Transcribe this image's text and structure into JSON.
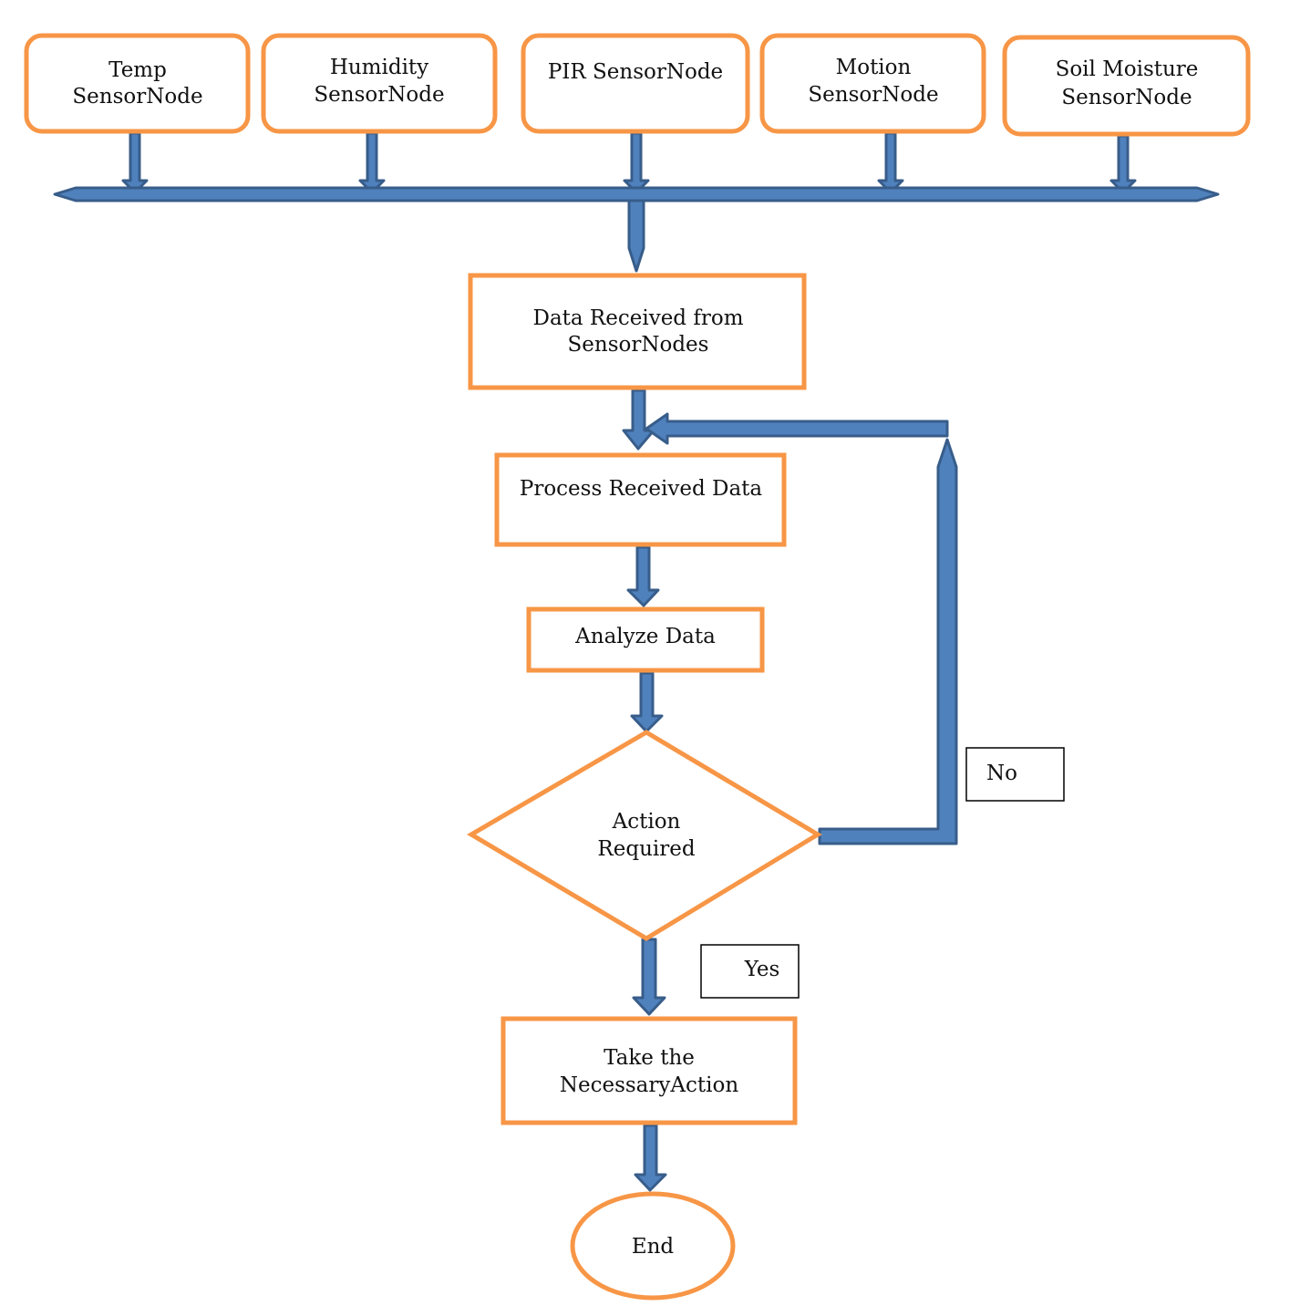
{
  "diagram": {
    "sensors": [
      {
        "line1": "Temp",
        "line2": "SensorNode"
      },
      {
        "line1": "Humidity",
        "line2": "SensorNode"
      },
      {
        "line1": "PIR SensorNode",
        "line2": ""
      },
      {
        "line1": "Motion",
        "line2": "SensorNode"
      },
      {
        "line1": "Soil Moisture",
        "line2": "SensorNode"
      }
    ],
    "receive": {
      "line1": "Data Received from",
      "line2": "SensorNodes"
    },
    "process": {
      "label": "Process Received Data"
    },
    "analyze": {
      "label": "Analyze Data"
    },
    "decision": {
      "line1": "Action",
      "line2": "Required"
    },
    "no_label": "No",
    "yes_label": "Yes",
    "action": {
      "line1": "Take the",
      "line2": "NecessaryAction"
    },
    "end": {
      "label": "End"
    }
  },
  "colors": {
    "node_border": "#f79646",
    "arrow_fill": "#4f81bd",
    "arrow_stroke": "#385d8a",
    "label_border": "#000000"
  }
}
